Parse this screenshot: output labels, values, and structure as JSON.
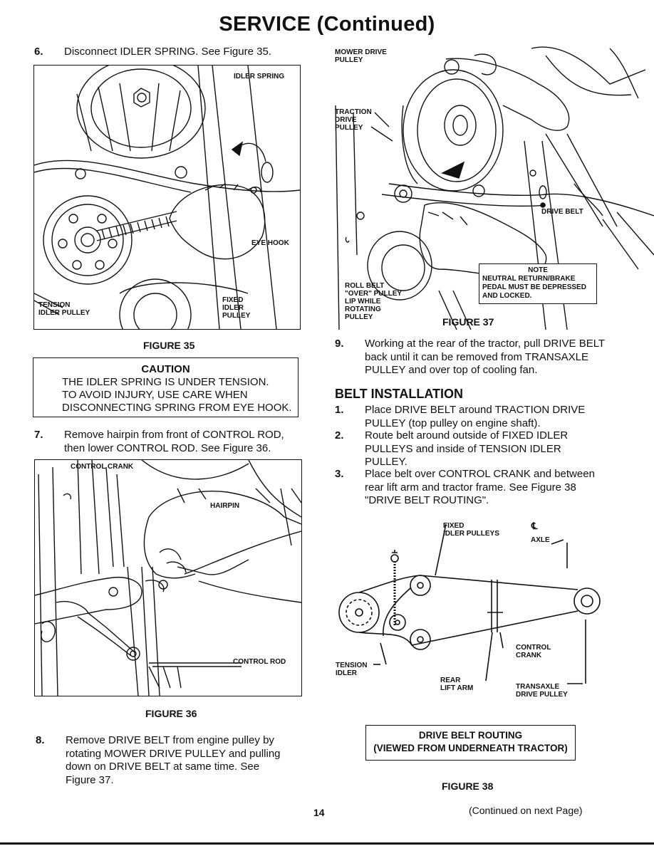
{
  "page_title": "SERVICE (Continued)",
  "steps": {
    "s6": {
      "num": "6.",
      "text": "Disconnect IDLER SPRING.  See Figure 35."
    },
    "s7": {
      "num": "7.",
      "line1": "Remove hairpin from front of CONTROL ROD,",
      "line2": "then lower CONTROL ROD.  See Figure 36."
    },
    "s8": {
      "num": "8.",
      "line1": "Remove DRIVE BELT from engine pulley by",
      "line2": "rotating MOWER DRIVE PULLEY and pulling",
      "line3": "down on DRIVE BELT at same time.  See",
      "line4": "Figure 37."
    },
    "s9": {
      "num": "9.",
      "line1": "Working at the rear of the tractor, pull DRIVE BELT",
      "line2": "back until it can be removed from TRANSAXLE",
      "line3": "PULLEY and over top of cooling fan."
    }
  },
  "figure35": {
    "caption": "FIGURE 35",
    "labels": {
      "idler_spring": "IDLER SPRING",
      "eye_hook": "EYE HOOK",
      "tension_idler": "TENSION\nIDLER PULLEY",
      "fixed_idler": "FIXED\nIDLER\nPULLEY"
    }
  },
  "caution": {
    "heading": "CAUTION",
    "line1": "THE IDLER SPRING IS UNDER TENSION.",
    "line2": "TO AVOID INJURY, USE CARE WHEN",
    "line3": "DISCONNECTING SPRING FROM EYE HOOK."
  },
  "figure36": {
    "caption": "FIGURE 36",
    "labels": {
      "control_crank": "CONTROL CRANK",
      "hairpin": "HAIRPIN",
      "control_rod": "CONTROL ROD"
    }
  },
  "figure37": {
    "caption": "FIGURE 37",
    "labels": {
      "mower_drive_pulley": "MOWER DRIVE\nPULLEY",
      "traction_drive_pulley": "TRACTION\nDRIVE\nPULLEY",
      "drive_belt": "DRIVE BELT",
      "roll_belt": "ROLL BELT\n\"OVER\" PULLEY\nLIP WHILE\nROTATING\nPULLEY"
    },
    "note": {
      "heading": "NOTE",
      "line1": "NEUTRAL RETURN/BRAKE",
      "line2": "PEDAL MUST BE DEPRESSED",
      "line3": "AND LOCKED."
    }
  },
  "belt_installation": {
    "heading": "BELT INSTALLATION",
    "b1": {
      "num": "1.",
      "line1": "Place DRIVE BELT around TRACTION DRIVE",
      "line2": "PULLEY (top pulley on engine shaft)."
    },
    "b2": {
      "num": "2.",
      "line1": "Route belt around outside of FIXED IDLER",
      "line2": "PULLEYS and inside of TENSION IDLER",
      "line3": "PULLEY."
    },
    "b3": {
      "num": "3.",
      "line1": "Place belt over CONTROL CRANK and between",
      "line2": "rear lift arm and tractor frame.  See Figure 38",
      "line3": "\"DRIVE BELT ROUTING\"."
    }
  },
  "figure38": {
    "caption": "FIGURE 38",
    "labels": {
      "fixed_idler_pulleys": "FIXED\nIDLER PULLEYS",
      "centerline": "℄",
      "axle": "AXLE",
      "tension_idler": "TENSION\nIDLER",
      "rear_lift_arm": "REAR\nLIFT ARM",
      "control_crank": "CONTROL\nCRANK",
      "transaxle_drive_pulley": "TRANSAXLE\nDRIVE PULLEY"
    },
    "box_line1": "DRIVE BELT ROUTING",
    "box_line2": "(VIEWED FROM UNDERNEATH TRACTOR)"
  },
  "footer": {
    "page_number": "14",
    "continued": "(Continued on next Page)"
  }
}
